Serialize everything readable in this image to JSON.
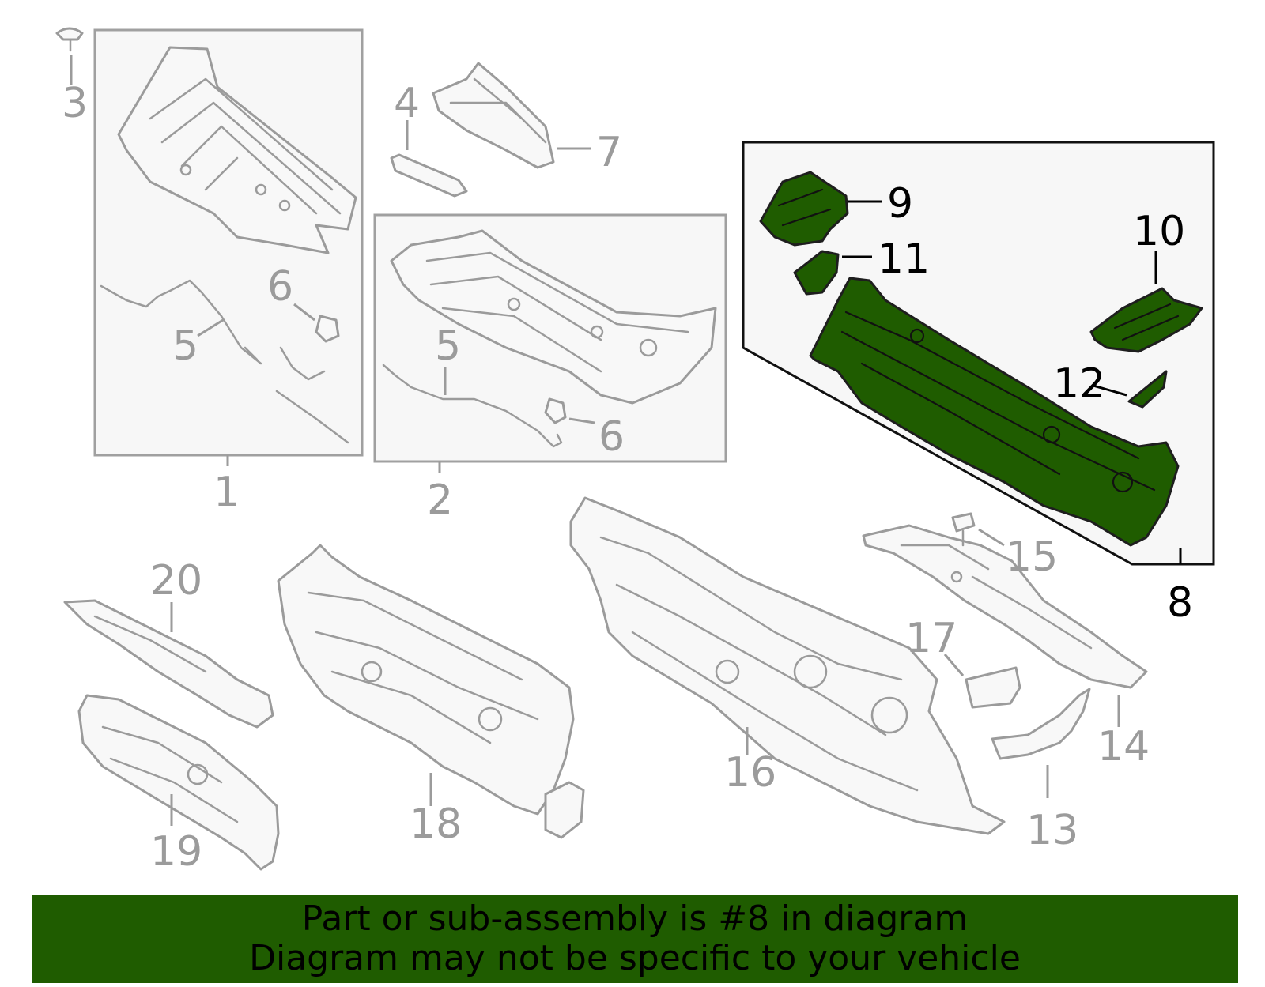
{
  "colors": {
    "highlight": "#1f5c00",
    "parts_stroke": "#9b9b9b",
    "banner_bg": "#1f5c00"
  },
  "highlighted_part": "8",
  "callouts": {
    "c1": "1",
    "c2": "2",
    "c3": "3",
    "c4": "4",
    "c5a": "5",
    "c5b": "5",
    "c6a": "6",
    "c6b": "6",
    "c7": "7",
    "c8": "8",
    "c9": "9",
    "c10": "10",
    "c11": "11",
    "c12": "12",
    "c13": "13",
    "c14": "14",
    "c15": "15",
    "c16": "16",
    "c17": "17",
    "c18": "18",
    "c19": "19",
    "c20": "20"
  },
  "banner": {
    "line1": "Part or sub-assembly is #8 in diagram",
    "line2": "Diagram may not be specific to your vehicle"
  }
}
